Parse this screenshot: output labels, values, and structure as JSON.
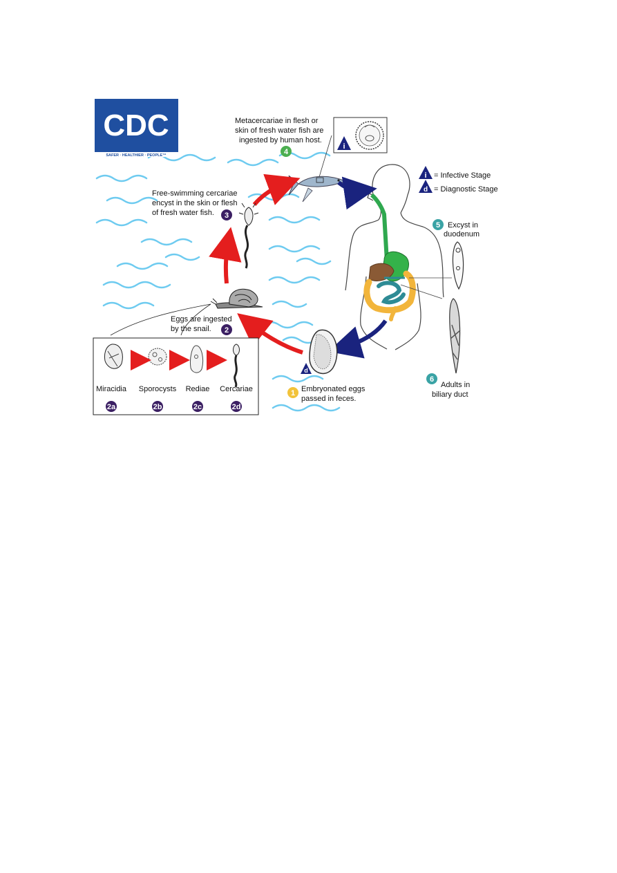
{
  "logo": {
    "text": "CDC",
    "tagline": "SAFER · HEALTHIER · PEOPLE™",
    "color": "#1f4fa0"
  },
  "legend": {
    "infective_symbol": "i",
    "infective_label": "= Infective Stage",
    "diagnostic_symbol": "d",
    "diagnostic_label": "= Diagnostic Stage"
  },
  "stages": [
    {
      "id": "1",
      "lines": [
        "Embryonated eggs",
        "passed in feces."
      ],
      "color": "#f2c33a"
    },
    {
      "id": "2",
      "lines": [
        "Eggs are ingested",
        "by the snail."
      ],
      "color": "#3b1f63"
    },
    {
      "id": "3",
      "lines": [
        "Free-swimming cercariae",
        "encyst in the skin or flesh",
        "of fresh water fish."
      ],
      "color": "#3b1f63"
    },
    {
      "id": "4",
      "lines": [
        "Metacercariae in flesh or",
        "skin of fresh water fish are",
        "ingested by human host."
      ],
      "color": "#4caf50"
    },
    {
      "id": "5",
      "lines": [
        "Excyst in",
        "duodenum"
      ],
      "color": "#3aa3a5"
    },
    {
      "id": "6",
      "lines": [
        "Adults in",
        "biliary duct"
      ],
      "color": "#3aa3a5"
    }
  ],
  "snail_stages": [
    {
      "id": "2a",
      "label": "Miracidia"
    },
    {
      "id": "2b",
      "label": "Sporocysts"
    },
    {
      "id": "2c",
      "label": "Rediae"
    },
    {
      "id": "2d",
      "label": "Cercariae"
    }
  ],
  "colors": {
    "red_arrow": "#e41e1e",
    "blue_arrow": "#1a237e",
    "water": "#6ecbf0",
    "stage_badge": "#3b1f63"
  }
}
